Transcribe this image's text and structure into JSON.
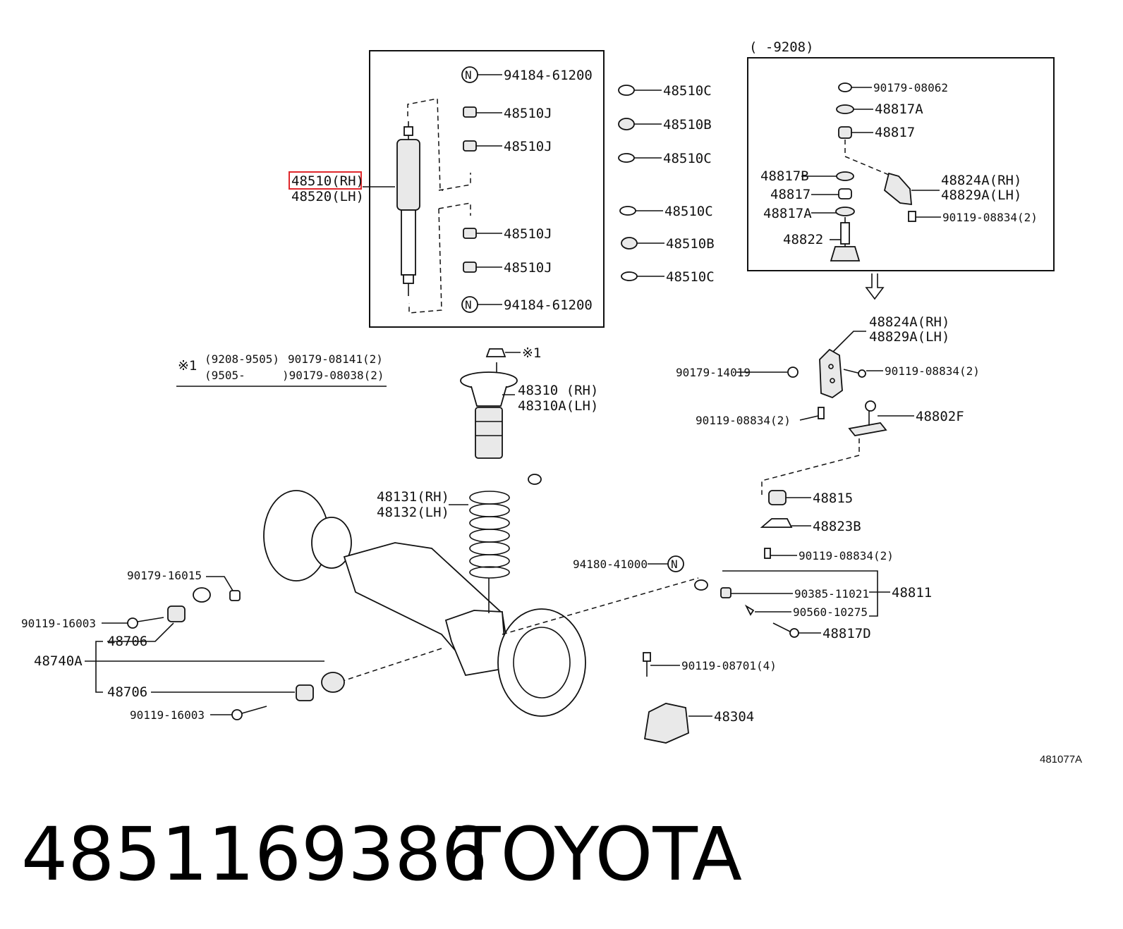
{
  "shock_box": {
    "nut_top": "94184-61200",
    "nut_bottom": "94184-61200",
    "bushings": [
      "48510J",
      "48510J",
      "48510J",
      "48510J"
    ]
  },
  "shock_label_rh": "48510(RH)",
  "shock_label_lh": "48520(LH)",
  "right_col": [
    "48510C",
    "48510B",
    "48510C",
    "48510C",
    "48510B",
    "48510C"
  ],
  "inset": {
    "date_range": "(      -9208)",
    "p1": "90179-08062",
    "p2": "48817A",
    "p3": "48817",
    "p4": "48817B",
    "p5": "48817",
    "p6": "48817A",
    "p7": "48822",
    "p8a": "48824A(RH)",
    "p8b": "48829A(LH)",
    "p9": "90119-08834(2)"
  },
  "note": {
    "mark": "※1",
    "r1_range": "(9208-9505)",
    "r1_part": "90179-08141(2)",
    "r2_range": "(9505-",
    "r2_part": ")90179-08038(2)"
  },
  "mark_ref": "※1",
  "bumper_rh": "48310 (RH)",
  "bumper_lh": "48310A(LH)",
  "spring_rh": "48131(RH)",
  "spring_lh": "48132(LH)",
  "bracket_rh": "48824A(RH)",
  "bracket_lh": "48829A(LH)",
  "bolt_a": "90179-14019",
  "bolt_b": "90119-08834(2)",
  "bolt_c": "90119-08834(2)",
  "link_bracket": "48802F",
  "bushing_48815": "48815",
  "bracket_48823b": "48823B",
  "bolt_d": "90119-08834(2)",
  "nut_n": "94180-41000",
  "link_parts": {
    "a": "90385-11021",
    "b": "90560-10275",
    "group": "48811"
  },
  "bolt_48817d": "48817D",
  "bolt_e": "90119-08701(4)",
  "bumper_48304": "48304",
  "rod": {
    "nut": "90179-16015",
    "bolt_top": "90119-16003",
    "bush_top": "48706",
    "rod": "48740A",
    "bush_bottom": "48706",
    "bolt_bottom": "90119-16003"
  },
  "diagram_ref": "481077A",
  "footer": {
    "part_number": "4851169386",
    "brand": "TOYOTA"
  },
  "highlight_color": "#e0282c"
}
